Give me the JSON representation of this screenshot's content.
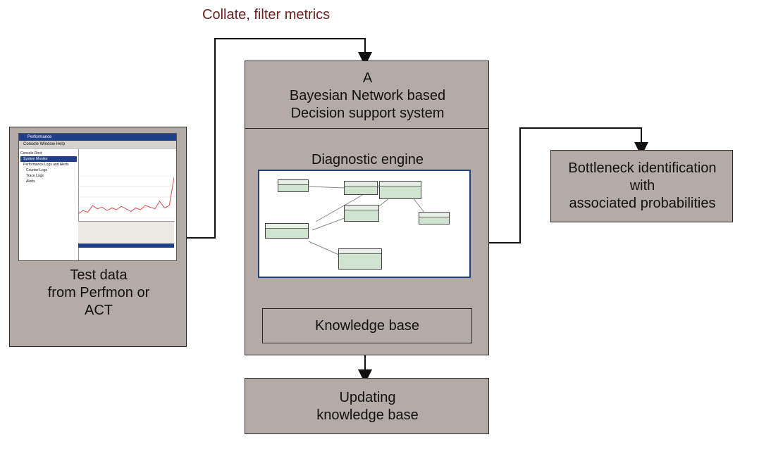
{
  "header": {
    "title": "",
    "collate_label": "Collate, filter metrics"
  },
  "bayesian_box": {
    "line1": "A",
    "line2": "Bayesian Network based",
    "line3": "Decision support system"
  },
  "engine": {
    "title": "Diagnostic engine"
  },
  "knowledge_base": {
    "label": "Knowledge base"
  },
  "updating_box": {
    "line1": "Updating",
    "line2": "knowledge base"
  },
  "test_data_box": {
    "line1": "Test data",
    "line2": "from Perfmon or",
    "line3": "ACT"
  },
  "bottleneck_box": {
    "line1": "Bottleneck identification",
    "line2": "with",
    "line3": "associated probabilities"
  },
  "perfmon": {
    "window_title": "Performance",
    "menu": "Console  Window  Help",
    "tree_items": [
      "Console Root",
      "System Monitor",
      "Performance Logs and Alerts",
      "Counter Logs",
      "Trace Logs",
      "Alerts"
    ],
    "chart_values": [
      10,
      18,
      14,
      30,
      22,
      26,
      18,
      24,
      20,
      28,
      22,
      16,
      24,
      20,
      30,
      26,
      22,
      40,
      24,
      30,
      96
    ]
  },
  "colors": {
    "box_fill": "#b5aba6",
    "border": "#2a2a2a",
    "accent_text": "#6b1f1f",
    "perfmon_line": "#e05050"
  }
}
